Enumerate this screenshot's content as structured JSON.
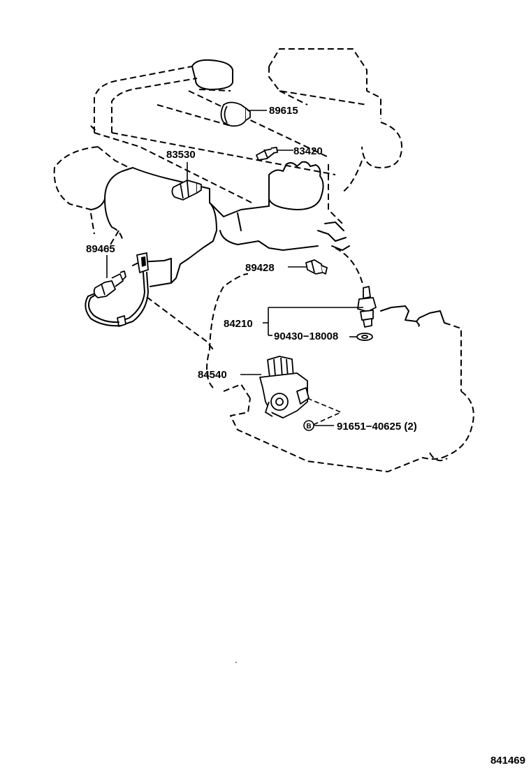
{
  "diagram": {
    "parts": [
      {
        "id": "89615",
        "label": "89615"
      },
      {
        "id": "83420",
        "label": "83420"
      },
      {
        "id": "83530",
        "label": "83530"
      },
      {
        "id": "89465",
        "label": "89465"
      },
      {
        "id": "89428",
        "label": "89428"
      },
      {
        "id": "84210",
        "label": "84210"
      },
      {
        "id": "90430-18008",
        "label": "90430−18008"
      },
      {
        "id": "84540",
        "label": "84540"
      },
      {
        "id": "91651-40625",
        "label": "91651−40625 (2)",
        "marker": "B"
      }
    ],
    "ref_code": "841469"
  }
}
